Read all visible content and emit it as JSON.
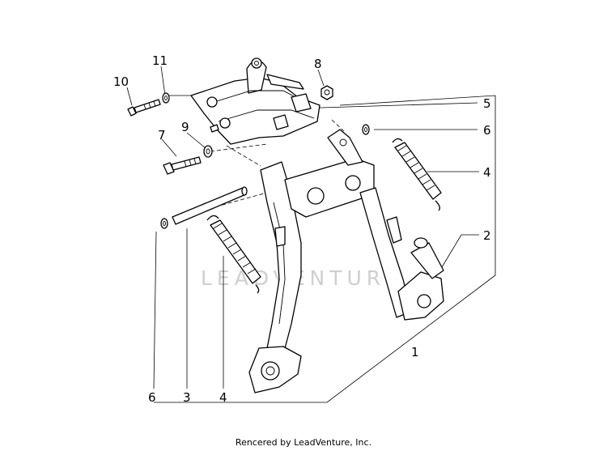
{
  "watermark": "LEADVENTURE",
  "footer": "Rencered by LeadVenture, Inc.",
  "callouts": [
    {
      "id": "1",
      "label": "1"
    },
    {
      "id": "2",
      "label": "2"
    },
    {
      "id": "3",
      "label": "3"
    },
    {
      "id": "4a",
      "label": "4"
    },
    {
      "id": "4b",
      "label": "4"
    },
    {
      "id": "5",
      "label": "5"
    },
    {
      "id": "6a",
      "label": "6"
    },
    {
      "id": "6b",
      "label": "6"
    },
    {
      "id": "7",
      "label": "7"
    },
    {
      "id": "8",
      "label": "8"
    },
    {
      "id": "9",
      "label": "9"
    },
    {
      "id": "10",
      "label": "10"
    },
    {
      "id": "11",
      "label": "11"
    }
  ]
}
